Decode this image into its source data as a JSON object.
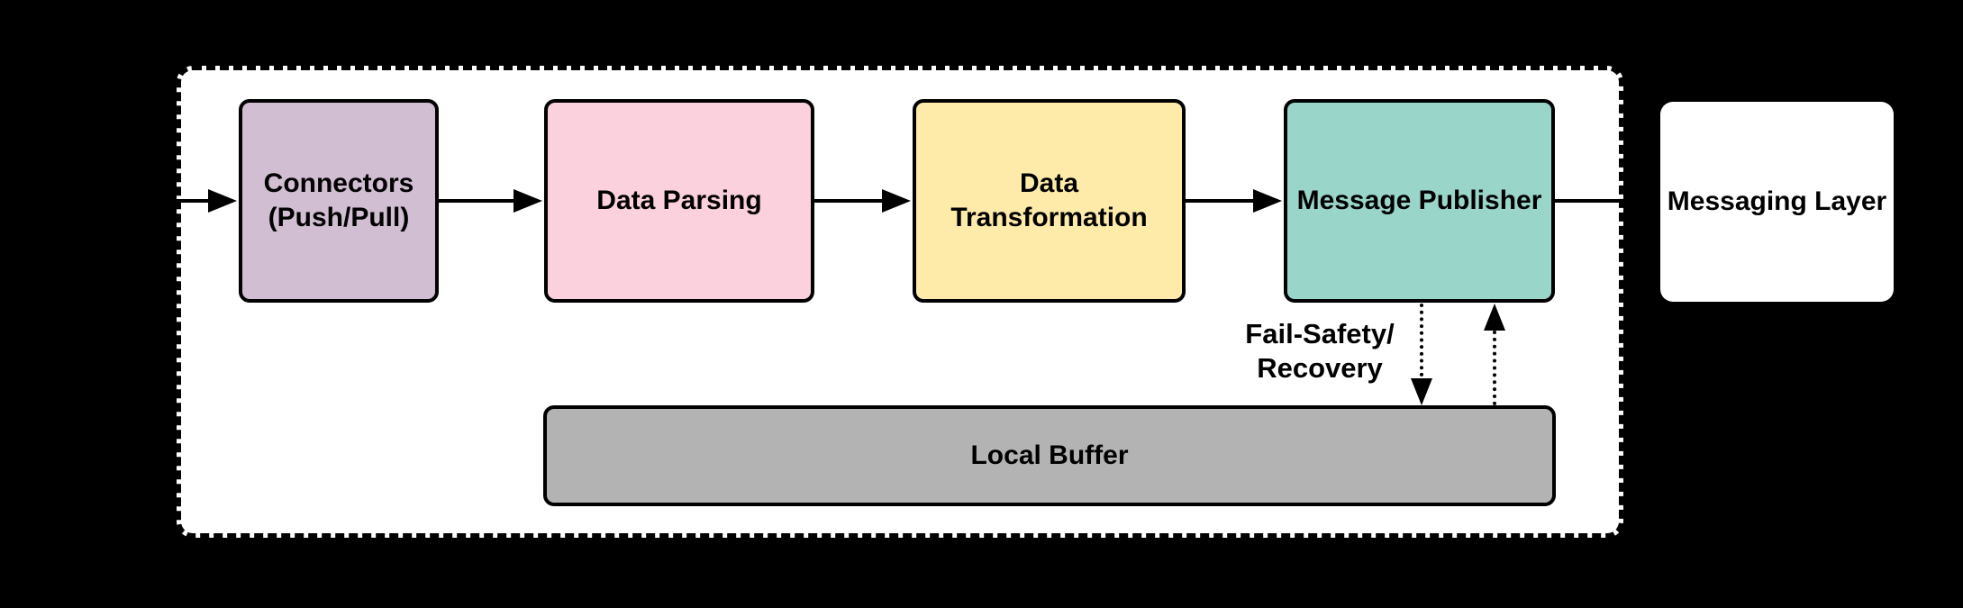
{
  "diagram": {
    "background_color": "#000000",
    "stroke_color": "#000000",
    "container": {
      "fill": "#FFFFFF",
      "border_style": "dashed"
    },
    "nodes": {
      "connectors": {
        "label": "Connectors\n(Push/Pull)",
        "fill": "#D1BED3"
      },
      "data_parsing": {
        "label": "Data Parsing",
        "fill": "#FAD1DD"
      },
      "data_transformation": {
        "label": "Data\nTransformation",
        "fill": "#FFEBA9"
      },
      "message_publisher": {
        "label": "Message Publisher",
        "fill": "#99D5C9"
      },
      "local_buffer": {
        "label": "Local Buffer",
        "fill": "#B3B3B3"
      },
      "messaging_layer": {
        "label": "Messaging Layer",
        "fill": "#FFFFFF"
      }
    },
    "edge_labels": {
      "fail_safety": "Fail-Safety/\nRecovery"
    }
  }
}
